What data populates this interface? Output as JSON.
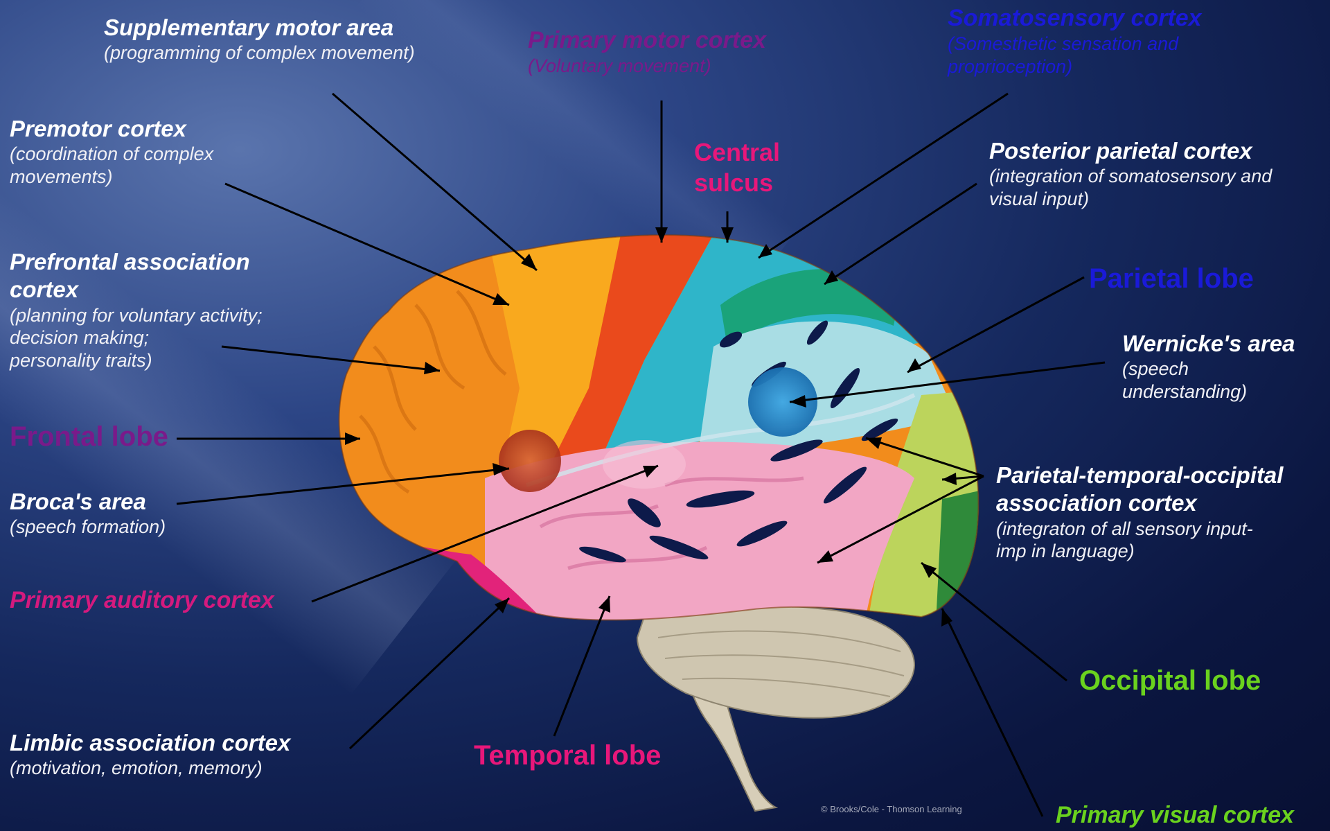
{
  "background": {
    "colors": [
      "#5a74ad",
      "#15285d",
      "#081033"
    ]
  },
  "labels": {
    "supplementary_motor": {
      "title": "Supplementary motor area",
      "desc": "(programming of complex movement)"
    },
    "primary_motor": {
      "title": "Primary motor cortex",
      "desc": "(Voluntary movement)",
      "color": "#7a1a8a"
    },
    "somatosensory": {
      "title": "Somatosensory cortex",
      "desc_line1": "(Somesthetic sensation and",
      "desc_line2": "proprioception)",
      "color": "#1a1ad8"
    },
    "premotor": {
      "title": "Premotor cortex",
      "desc_line1": "(coordination of complex",
      "desc_line2": "movements)"
    },
    "central_sulcus": {
      "line1": "Central",
      "line2": "sulcus",
      "color": "#e8177a"
    },
    "posterior_parietal": {
      "title": "Posterior parietal cortex",
      "desc_line1": "(integration of somatosensory and",
      "desc_line2": "visual input)"
    },
    "prefrontal": {
      "title_line1": "Prefrontal association",
      "title_line2": "cortex",
      "desc_line1": "(planning for voluntary activity;",
      "desc_line2": "decision making;",
      "desc_line3": "personality traits)"
    },
    "parietal_lobe": {
      "title": "Parietal lobe",
      "color": "#1a1ad8"
    },
    "wernicke": {
      "title": "Wernicke's area",
      "desc_line1": "(speech",
      "desc_line2": "understanding)"
    },
    "frontal_lobe": {
      "title": "Frontal lobe",
      "color": "#7a1a8a"
    },
    "pto": {
      "title_line1": "Parietal-temporal-occipital",
      "title_line2": "association cortex",
      "desc_line1": "(integraton of all sensory input-",
      "desc_line2": "imp in language)"
    },
    "broca": {
      "title": "Broca's area",
      "desc": "(speech formation)"
    },
    "primary_auditory": {
      "title": "Primary auditory cortex",
      "color": "#d41a7e"
    },
    "occipital_lobe": {
      "title": "Occipital lobe",
      "color": "#6ad21e"
    },
    "limbic": {
      "title": "Limbic association cortex",
      "desc": "(motivation, emotion, memory)"
    },
    "temporal_lobe": {
      "title": "Temporal lobe",
      "color": "#e8177a"
    },
    "primary_visual": {
      "title": "Primary visual cortex",
      "color": "#6ad21e"
    }
  },
  "credit": "© Brooks/Cole - Thomson Learning",
  "region_colors": {
    "frontal": "#f28c1c",
    "premotor": "#f9a91e",
    "motor": "#ea4a1c",
    "somatosensory": "#2fb5c9",
    "posterior_parietal": "#1aa37a",
    "parietal_light": "#a9dde4",
    "temporal": "#f2a6c4",
    "occipital": "#bcd45c",
    "limbic": "#e2237a",
    "cerebellum": "#cfc6b0",
    "wernicke": "#1e86c8",
    "broca": "#c94a2c"
  }
}
